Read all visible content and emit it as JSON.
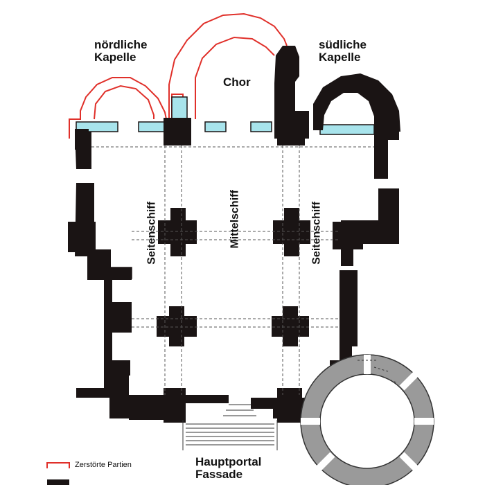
{
  "labels": {
    "north_chapel_line1": "nördliche",
    "north_chapel_line2": "Kapelle",
    "south_chapel_line1": "südliche",
    "south_chapel_line2": "Kapelle",
    "choir": "Chor",
    "aisle_left": "Seitenschiff",
    "nave": "Mittelschiff",
    "aisle_right": "Seitenschiff",
    "portal_line1": "Hauptportal",
    "portal_line2": "Fassade"
  },
  "legend": {
    "destroyed": "Zerstörte Partien"
  },
  "colors": {
    "wall": "#1a1414",
    "destroyed_outline": "#e0302a",
    "window": "#a8e4ec",
    "tower": "#9a9a9a",
    "vault_lines": "#555555"
  }
}
